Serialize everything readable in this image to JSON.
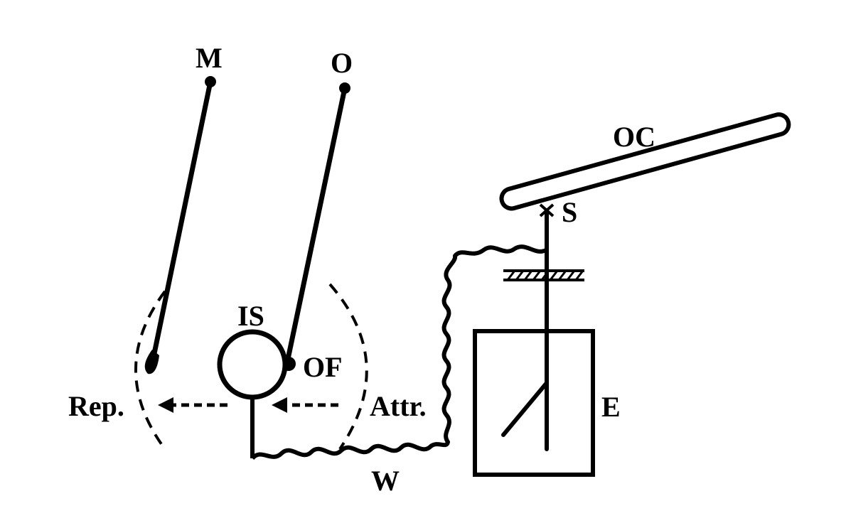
{
  "labels": {
    "m": "M",
    "o": "O",
    "oc": "OC",
    "s": "S",
    "is": "IS",
    "of": "OF",
    "e": "E",
    "rep": "Rep.",
    "attr": "Attr.",
    "w": "W"
  },
  "colors": {
    "ink": "#000000",
    "background": "#ffffff"
  }
}
